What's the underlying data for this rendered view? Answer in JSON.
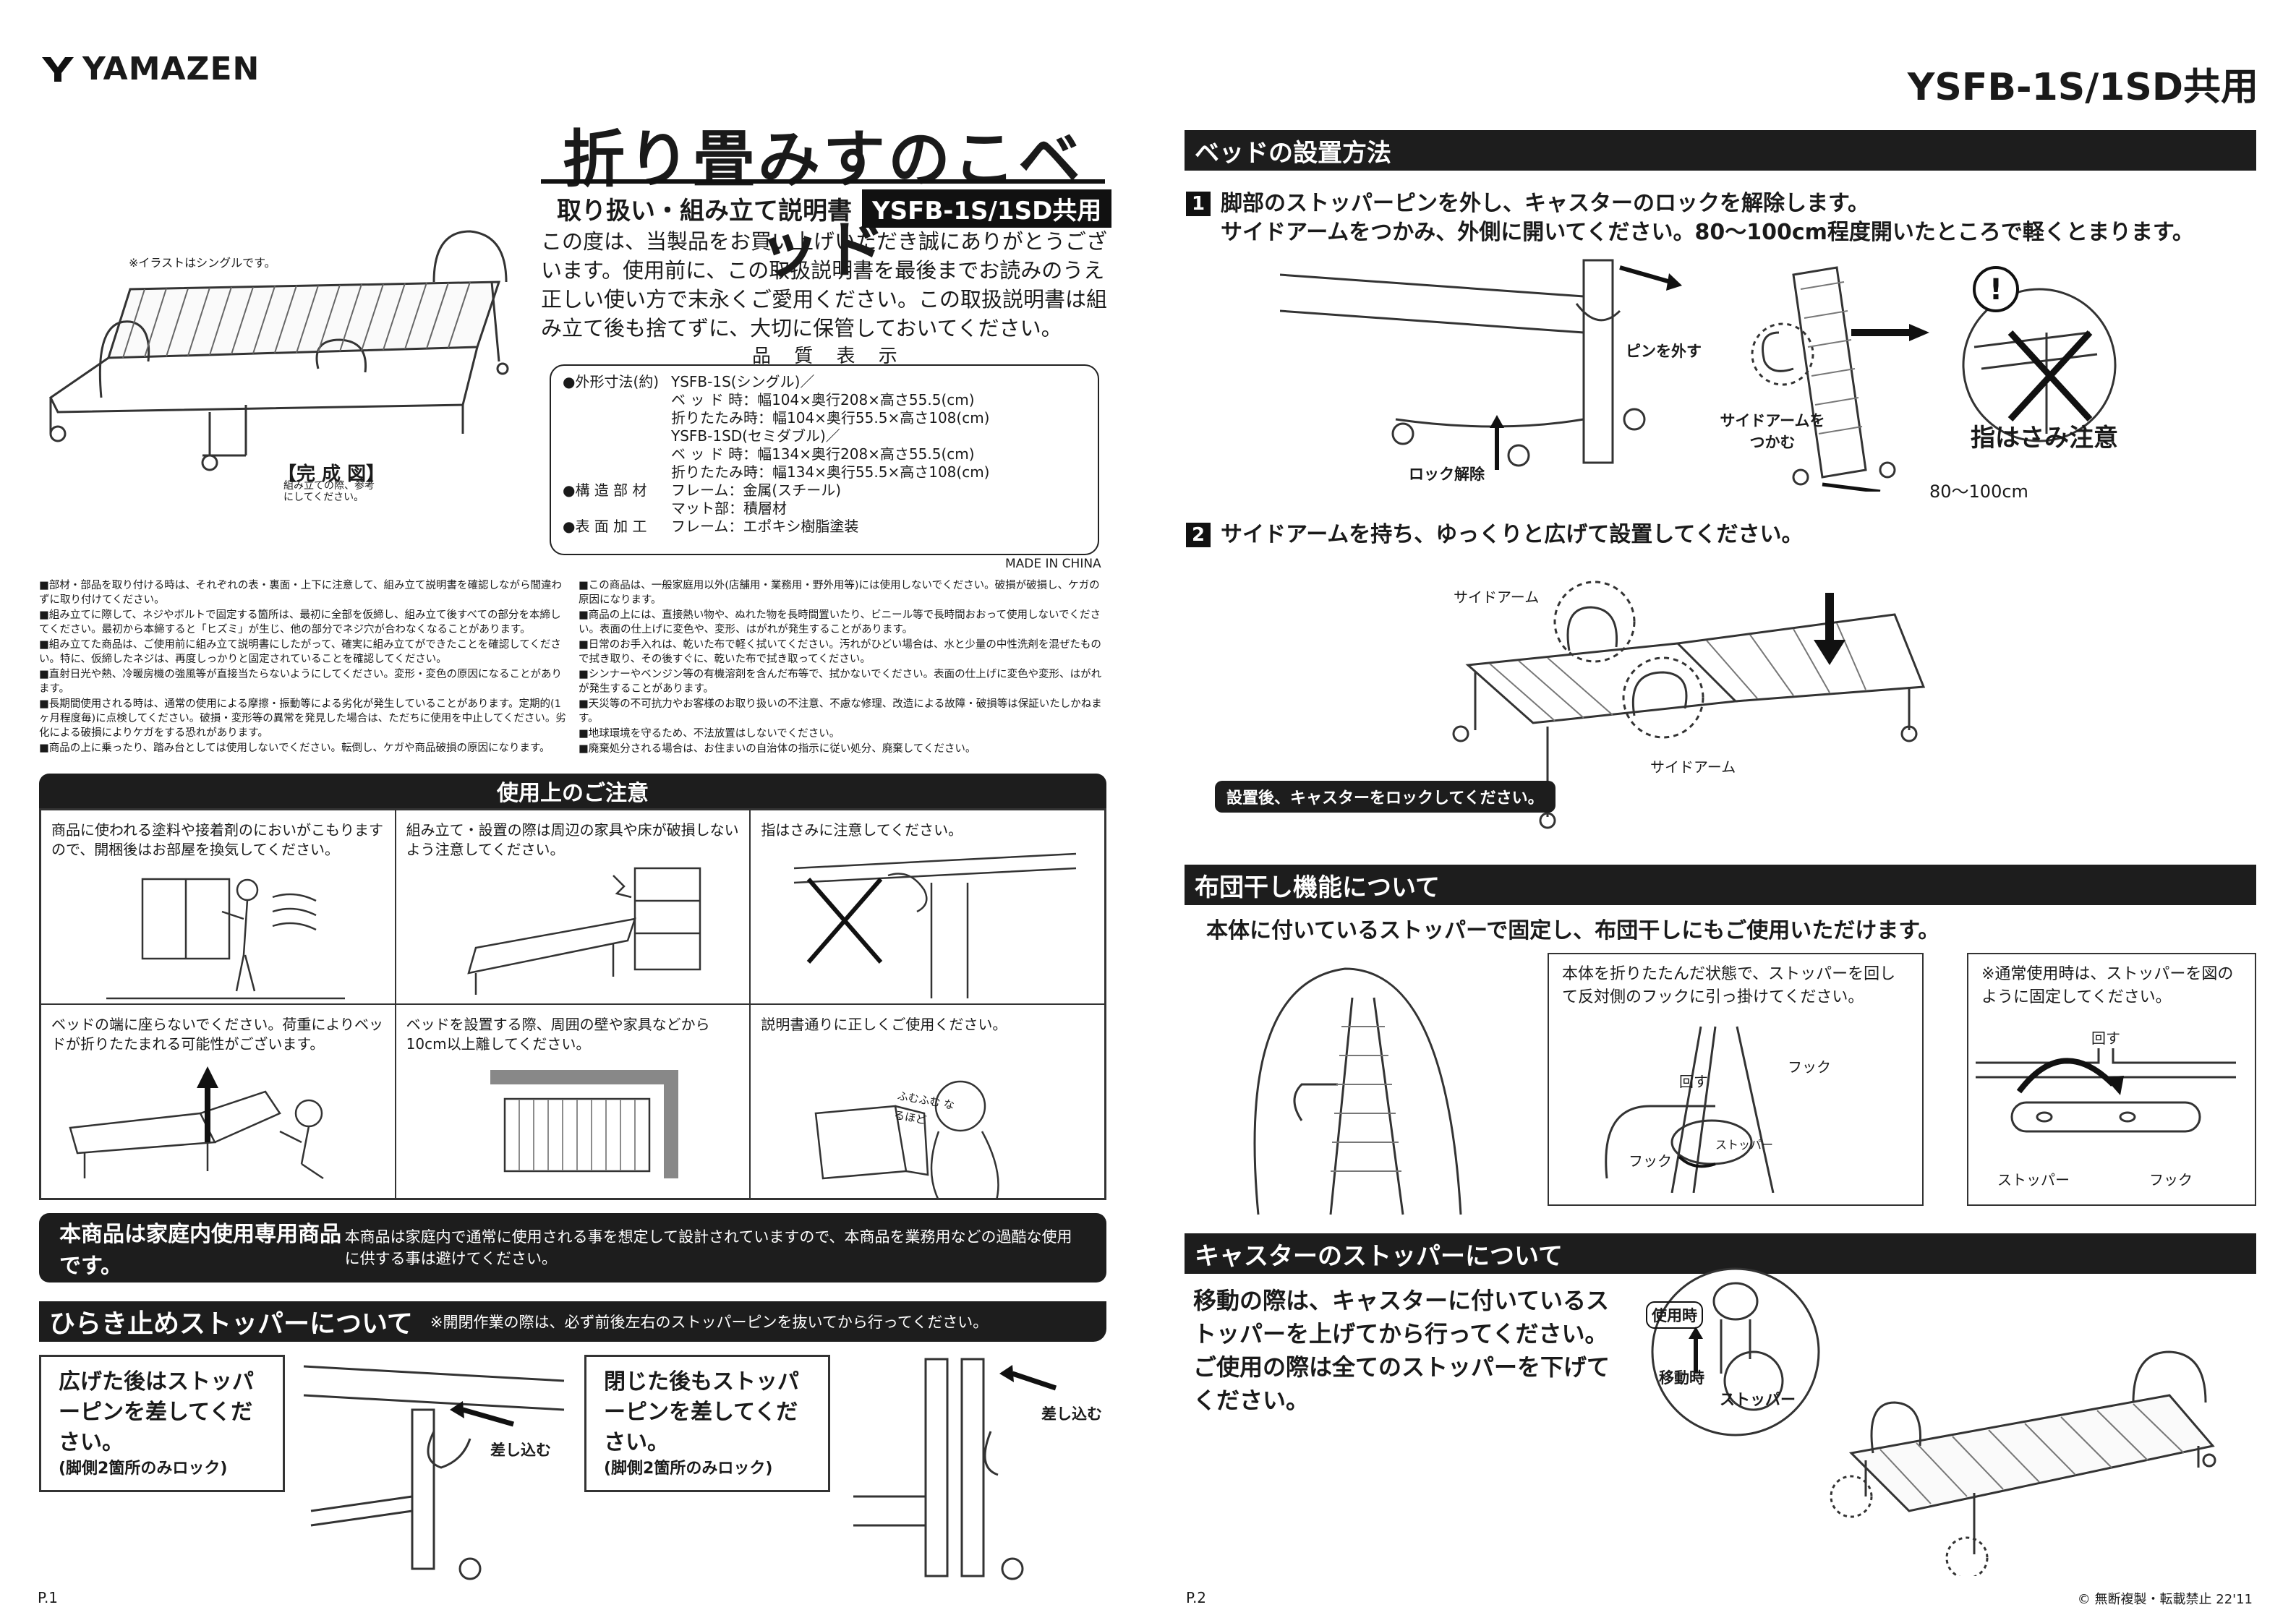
{
  "brand": "YAMAZEN",
  "model_header": "YSFB-1S/1SD共用",
  "product_title": "折り畳みすのこベッド",
  "subtitle": "取り扱い・組み立て説明書",
  "subtitle_tag": "YSFB-1S/1SD共用",
  "intro": "この度は、当製品をお買い上げいただき誠にありがとうございます。使用前に、この取扱説明書を最後までお読みのうえ正しい使い方で末永くご愛用ください。この取扱説明書は組み立て後も捨てずに、大切に保管しておいてください。",
  "illus_caption": "※イラストはシングルです。",
  "kansei_title": "【完 成 図】",
  "kansei_sub": "組み立ての際、参考にしてください。",
  "quality": {
    "title": "品 質 表 示",
    "rows": [
      {
        "k": "●外形寸法(約)",
        "v": "YSFB-1S(シングル)／"
      },
      {
        "k": "",
        "v": "ベ ッ ド 時：幅104×奥行208×高さ55.5(cm)"
      },
      {
        "k": "",
        "v": "折りたたみ時：幅104×奥行55.5×高さ108(cm)"
      },
      {
        "k": "",
        "v": "YSFB-1SD(セミダブル)／"
      },
      {
        "k": "",
        "v": "ベ ッ ド 時：幅134×奥行208×高さ55.5(cm)"
      },
      {
        "k": "",
        "v": "折りたたみ時：幅134×奥行55.5×高さ108(cm)"
      },
      {
        "k": "●構 造 部 材",
        "v": "フレーム：金属(スチール)"
      },
      {
        "k": "",
        "v": "マット部：積層材"
      },
      {
        "k": "●表 面 加 工",
        "v": "フレーム：エポキシ樹脂塗装"
      }
    ],
    "made_in": "MADE IN CHINA"
  },
  "notes_left": [
    "■部材・部品を取り付ける時は、それぞれの表・裏面・上下に注意して、組み立て説明書を確認しながら間違わずに取り付けてください。",
    "■組み立てに際して、ネジやボルトで固定する箇所は、最初に全部を仮締し、組み立て後すべての部分を本締してください。最初から本締すると「ヒズミ」が生じ、他の部分でネジ穴が合わなくなることがあります。",
    "■組み立てた商品は、ご使用前に組み立て説明書にしたがって、確実に組み立てができたことを確認してください。特に、仮締したネジは、再度しっかりと固定されていることを確認してください。",
    "■直射日光や熱、冷暖房機の強風等が直接当たらないようにしてください。変形・変色の原因になることがあります。",
    "■長期間使用される時は、通常の使用による摩擦・振動等による劣化が発生していることがあります。定期的(1ヶ月程度毎)に点検してください。破損・変形等の異常を発見した場合は、ただちに使用を中止してください。劣化による破損によりケガをする恐れがあります。",
    "■商品の上に乗ったり、踏み台としては使用しないでください。転倒し、ケガや商品破損の原因になります。"
  ],
  "notes_right": [
    "■この商品は、一般家庭用以外(店舗用・業務用・野外用等)には使用しないでください。破損が破損し、ケガの原因になります。",
    "■商品の上には、直接熱い物や、ぬれた物を長時間置いたり、ビニール等で長時間おおって使用しないでください。表面の仕上げに変色や、変形、はがれが発生することがあります。",
    "■日常のお手入れは、乾いた布で軽く拭いてください。汚れがひどい場合は、水と少量の中性洗剤を混ぜたもので拭き取り、その後すぐに、乾いた布で拭き取ってください。",
    "■シンナーやベンジン等の有機溶剤を含んだ布等で、拭かないでください。表面の仕上げに変色や変形、はがれが発生することがあります。",
    "■天災等の不可抗力やお客様のお取り扱いの不注意、不慮な修理、改造による故障・破損等は保証いたしかねます。",
    "■地球環境を守るため、不法放置はしないでください。",
    "■廃棄処分される場合は、お住まいの自治体の指示に従い処分、廃棄してください。"
  ],
  "caution": {
    "title": "使用上のご注意",
    "cells": [
      "商品に使われる塗料や接着剤のにおいがこもりますので、開梱後はお部屋を換気してください。",
      "組み立て・設置の際は周辺の家具や床が破損しないよう注意してください。",
      "指はさみに注意してください。",
      "ベッドの端に座らないでください。荷重によりベッドが折りたたまれる可能性がございます。",
      "ベッドを設置する際、周囲の壁や家具などから10cm以上離してください。",
      "説明書通りに正しくご使用ください。"
    ],
    "reader_bubble": "ふむふむ なるほど"
  },
  "home_use": {
    "label": "本商品は家庭内使用専用商品です。",
    "text": "本商品は家庭内で通常に使用される事を想定して設計されていますので、本商品を業務用などの過酷な使用に供する事は避けてください。"
  },
  "stopper": {
    "title": "ひらき止めストッパーについて",
    "note": "※開閉作業の際は、必ず前後左右のストッパーピンを抜いてから行ってください。",
    "box1": "広げた後はストッパーピンを差してください。",
    "box1_sub": "(脚側2箇所のみロック)",
    "box2": "閉じた後もストッパーピンを差してください。",
    "box2_sub": "(脚側2箇所のみロック)",
    "insert": "差し込む"
  },
  "page1": "P.1",
  "page2": "P.2",
  "copyright": "© 無断複製・転載禁止 22'11",
  "setup": {
    "title": "ベッドの設置方法",
    "step1_n": "1",
    "step1_a": "脚部のストッパーピンを外し、キャスターのロックを解除します。",
    "step1_b": "サイドアームをつかみ、外側に開いてください。80〜100cm程度開いたところで軽くとまります。",
    "pin_off": "ピンを外す",
    "lock_release": "ロック解除",
    "arm_grab": "サイドアームを つかむ",
    "distance": "80〜100cm",
    "finger": "指はさみ注意",
    "step2_n": "2",
    "step2": "サイドアームを持ち、ゆっくりと広げて設置してください。",
    "side_arm": "サイドアーム",
    "after": "設置後、キャスターをロックしてください。"
  },
  "futon": {
    "title": "布団干し機能について",
    "lead": "本体に付いているストッパーで固定し、布団干しにもご使用いただけます。",
    "box1": "本体を折りたたんだ状態で、ストッパーを回して反対側のフックに引っ掛けてください。",
    "box2": "※通常使用時は、ストッパーを図のように固定してください。",
    "hook": "フック",
    "turn": "回す",
    "stopper": "ストッパー"
  },
  "caster": {
    "title": "キャスターのストッパーについて",
    "text": "移動の際は、キャスターに付いているストッパーを上げてから行ってください。ご使用の際は全てのストッパーを下げてください。",
    "in_use": "使用時",
    "moving": "移動時",
    "stopper": "ストッパー"
  }
}
